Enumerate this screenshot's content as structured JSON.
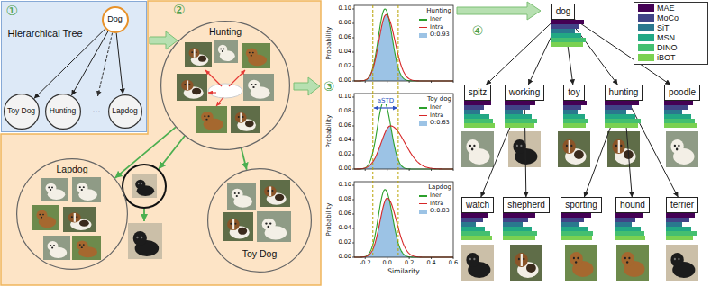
{
  "diagram": {
    "nodes": [
      {
        "text": [
          "①",
          "Hierarchical Tree"
        ]
      },
      {
        "text": [
          "Dog"
        ],
        "in": 0
      },
      {
        "text": [
          "Toy Dog"
        ],
        "in": 0
      },
      {
        "text": [
          "Hunting"
        ],
        "in": 0
      },
      {
        "text": [
          "Lapdog"
        ],
        "in": 0
      },
      {
        "text": [
          "②"
        ]
      },
      {
        "text": [
          "Hunting"
        ],
        "in": 5
      },
      {
        "text": [
          "Lapdog"
        ],
        "in": 5
      },
      {
        "text": [
          "Toy Dog"
        ],
        "in": 5
      },
      {
        "text": [
          "dog"
        ]
      },
      {
        "text": [
          "spitz"
        ]
      },
      {
        "text": [
          "working"
        ]
      },
      {
        "text": [
          "toy"
        ]
      },
      {
        "text": [
          "hunting"
        ]
      },
      {
        "text": [
          "poodle"
        ]
      },
      {
        "text": [
          "watch"
        ]
      },
      {
        "text": [
          "shepherd"
        ]
      },
      {
        "text": [
          "sporting"
        ]
      },
      {
        "text": [
          "hound"
        ]
      },
      {
        "text": [
          "terrier"
        ]
      }
    ],
    "edges": [
      {
        "from": 1,
        "to": 2,
        "arrow": "to"
      },
      {
        "from": 1,
        "to": 3,
        "arrow": "to"
      },
      {
        "from": 1,
        "to": 4,
        "arrow": "to"
      },
      {
        "from": 6,
        "to": 7,
        "arrow": "to"
      },
      {
        "from": 6,
        "to": 8,
        "arrow": "to"
      },
      {
        "from": 9,
        "to": 10,
        "arrow": "to"
      },
      {
        "from": 9,
        "to": 11,
        "arrow": "to"
      },
      {
        "from": 9,
        "to": 12,
        "arrow": "to"
      },
      {
        "from": 9,
        "to": 13,
        "arrow": "to"
      },
      {
        "from": 9,
        "to": 14,
        "arrow": "to"
      },
      {
        "from": 11,
        "to": 15,
        "arrow": "to"
      },
      {
        "from": 11,
        "to": 16,
        "arrow": "to"
      },
      {
        "from": 13,
        "to": 17,
        "arrow": "to"
      },
      {
        "from": 13,
        "to": 18,
        "arrow": "to"
      },
      {
        "from": 13,
        "to": 19,
        "arrow": "to"
      }
    ],
    "labels": [
      "...",
      "③",
      "Hunting",
      "Probability",
      "0.00",
      "0.02",
      "0.04",
      "0.06",
      "0.08",
      "0.10",
      "Toy dog",
      "Probability",
      "0.00",
      "0.02",
      "0.04",
      "0.06",
      "0.08",
      "0.10",
      "aSTD",
      "Lapdog",
      "Probability",
      "0.00",
      "0.02",
      "0.04",
      "0.06",
      "0.08",
      "0.10",
      "-0.2",
      "0.0",
      "0.2",
      "0.4",
      "0.6",
      "Similarity",
      "④"
    ],
    "legend": [
      {
        "text": "Iner"
      },
      {
        "text": "Intra"
      },
      {
        "text": "O:0.93",
        "color": "#9cc3e5"
      },
      {
        "text": "Iner"
      },
      {
        "text": "Intra"
      },
      {
        "text": "O:0.63",
        "color": "#9cc3e5"
      },
      {
        "text": "Iner"
      },
      {
        "text": "Intra"
      },
      {
        "text": "O:0.83",
        "color": "#9cc3e5"
      },
      {
        "text": "MAE",
        "color": "#440154"
      },
      {
        "text": "MoCo",
        "color": "#414487"
      },
      {
        "text": "SiT",
        "color": "#2a788e"
      },
      {
        "text": "MSN",
        "color": "#22a884"
      },
      {
        "text": "DINO",
        "color": "#44bf70"
      },
      {
        "text": "iBOT",
        "color": "#7ad151"
      }
    ]
  }
}
